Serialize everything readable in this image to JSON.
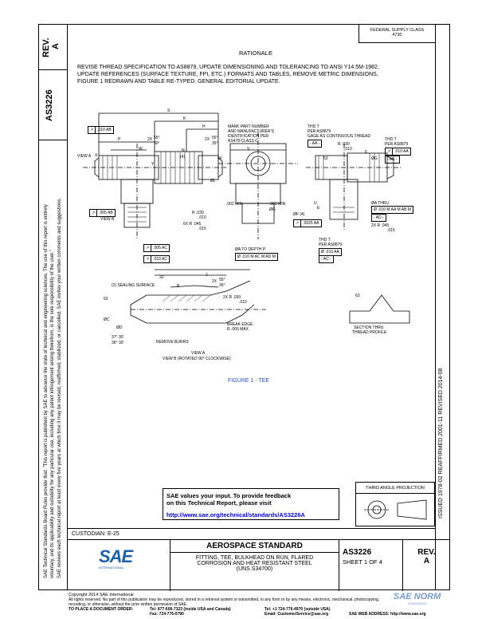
{
  "header": {
    "rev_label": "REV.",
    "rev_value": "A",
    "doc_number": "AS3226",
    "supply_class_line1": "FEDERAL SUPPLY CLASS",
    "supply_class_line2": "4730"
  },
  "rationale": {
    "title": "RATIONALE",
    "text_line1": "REVISE THREAD SPECIFICATION TO AS8879, UPDATE DIMENSIONING AND TOLERANCING TO ANSI Y14.5M-1982,",
    "text_line2": "UPDATE REFERENCES (SURFACE TEXTURE, FPI, ETC.) FORMATS AND TABLES, REMOVE METRIC DIMENSIONS,",
    "text_line3": "FIGURE 1 REDRAWN AND TABLE RE-TYPED. GENERAL EDITORIAL UPDATE."
  },
  "left_margin": {
    "line1": "SAE Technical Standards Board Rules provide that: \"This report is published by SAE to advance the state of technical and engineering sciences. The use of this report is entirely",
    "line2": "voluntary, and its applicability and suitability for any particular use, including any patent infringement arising therefrom, is the sole responsibility of the user.\"",
    "line3": "SAE reviews each technical report at least every five years at which time it may be revised, reaffirmed, stabilized, or cancelled. SAE invites your written comments and suggestions."
  },
  "right_margin": {
    "text": "ISSUED 1978-02     REAFFIRMED 2001-11     REVISED 2014-08"
  },
  "drawing": {
    "labels": {
      "s": "S",
      "k": "K",
      "h": "H",
      "p": "P",
      "w": "W",
      "x": "X",
      "y": "Y",
      "n": "N",
      "m": "M",
      "l": "ØL",
      "v": "V",
      "g": "ØG",
      "u": "U",
      "e": "E",
      "f": "ØF (4)",
      "j": "J",
      "b": "B",
      "c": "ØC",
      "d": "ØD",
      "r63": "63",
      "r63b": "63",
      "r63c": "63",
      "r32": "32",
      "ang_2x": "2X",
      "ang_55": "55°",
      "ang_30": "30°",
      "ang_2x_b": "2X",
      "ang_55_b": "55°",
      "ang_30_b": "35°",
      "ang_2x_c": "2X",
      "ang_55_c": "55°",
      "ang_30_c": "35°",
      "n4": "(4)",
      "view_a": "VIEW A",
      "view_b": "VIEW B",
      "r_030a": "R .030",
      "r_010a": ".010",
      "r6x": "6X R .045",
      "r6x_b": ".015",
      "mark_part1": "MARK PART NUMBER",
      "mark_part2": "AND MANUFACTURER'S",
      "mark_part3": "IDENTIFICATION PER",
      "mark_part4": "AS478 CLASS C",
      "thd_t1": "THD T",
      "thd_t2": "PER AS8879",
      "thd_t3": "GAGE AS CONTINUOUS THREAD",
      "thd_t_r1": "THD T",
      "thd_t_r2": "PER AS8879",
      "r030_b": "R .030",
      "r010_b": ".010",
      "min002": ".002 MIN",
      "min002b": ".002 MIN",
      "fcf_010ab": ".010 AB",
      "fcf_005ab": ".005 AB",
      "fcf_005ac": ".005 AC",
      "fcf_010ac": ".010 AC",
      "fcf_0025aa": ".0025 AA",
      "fcf_010aa": ".010 AA",
      "datum_aa": "- AA -",
      "datum_ab": "- AB -",
      "datum_ac": "- AC -",
      "datum_ad": "- AD -",
      "thru": "ØA THRU",
      "thru_fcf": "Ø .010 M AA M AB M",
      "r2x_045": "2X R .045",
      "r2x_015": ".015",
      "depth": "ØA TO DEPTH P",
      "depth_fcf": "Ø .010 M AC M AD M",
      "thd_t_b1": "THD T",
      "thd_t_b2": "PER AS8879",
      "thd_t_b_fcf": "Ø .010 AA",
      "sealing": "(2) SEALING SURFACE",
      "r2x_030": "2X R .030",
      "r2x_010": ".010",
      "break_edge1": "BREAK EDGE",
      "break_edge2": "R .005 MAX",
      "remove_burrs": "REMOVE BURRS",
      "ang_37": "37° 30'",
      "ang_36": "36° 30'",
      "view_a2": "VIEW A",
      "view_b_rot": "VIEW B (ROTATED 90° CLOCKWISE)",
      "section": "SECTION THRU",
      "thread_profile": "THREAD PROFILE"
    },
    "caption": "FIGURE 1 - TEE"
  },
  "projection": {
    "label": "THIRD ANGLE PROJECTION"
  },
  "feedback": {
    "line1": "SAE values your input. To provide feedback",
    "line2": "on this Technical Report, please visit",
    "link": "http://www.sae.org/technical/standards/AS3226A"
  },
  "title_block": {
    "custodian": "CUSTODIAN: E-25",
    "logo_text": "SAE",
    "logo_sub": "INTERNATIONAL",
    "standard_type": "AEROSPACE STANDARD",
    "title_line1": "FITTING, TEE, BULKHEAD ON RUN, FLARED",
    "title_line2": "CORROSION AND HEAT RESISTANT STEEL",
    "title_line3": "(UNS S34700)",
    "doc_number": "AS3226",
    "sheet": "SHEET 1 OF 4",
    "rev_label": "REV.",
    "rev_value": "A"
  },
  "footer": {
    "copyright": "Copyright 2014 SAE International",
    "rights1": "All rights reserved. No part of this publication may be reproduced, stored in a retrieval system or transmitted, in any form or by any means, electronic, mechanical, photocopying,",
    "rights2": "recording, or otherwise, without the prior written permission of SAE.",
    "order_label": "TO PLACE A DOCUMENT ORDER:",
    "tel1": "Tel: 877-606-7323 (inside USA and Canada)",
    "tel2": "Tel: +1 724-776-4970 (outside USA)",
    "fax": "Fax: 724-776-0790",
    "email": "Email: CustomerService@sae.org",
    "web": "SAE WEB ADDRESS: http://www.sae.org",
    "watermark": "SAE NORM",
    "watermark_sub": "STANDARDS"
  }
}
